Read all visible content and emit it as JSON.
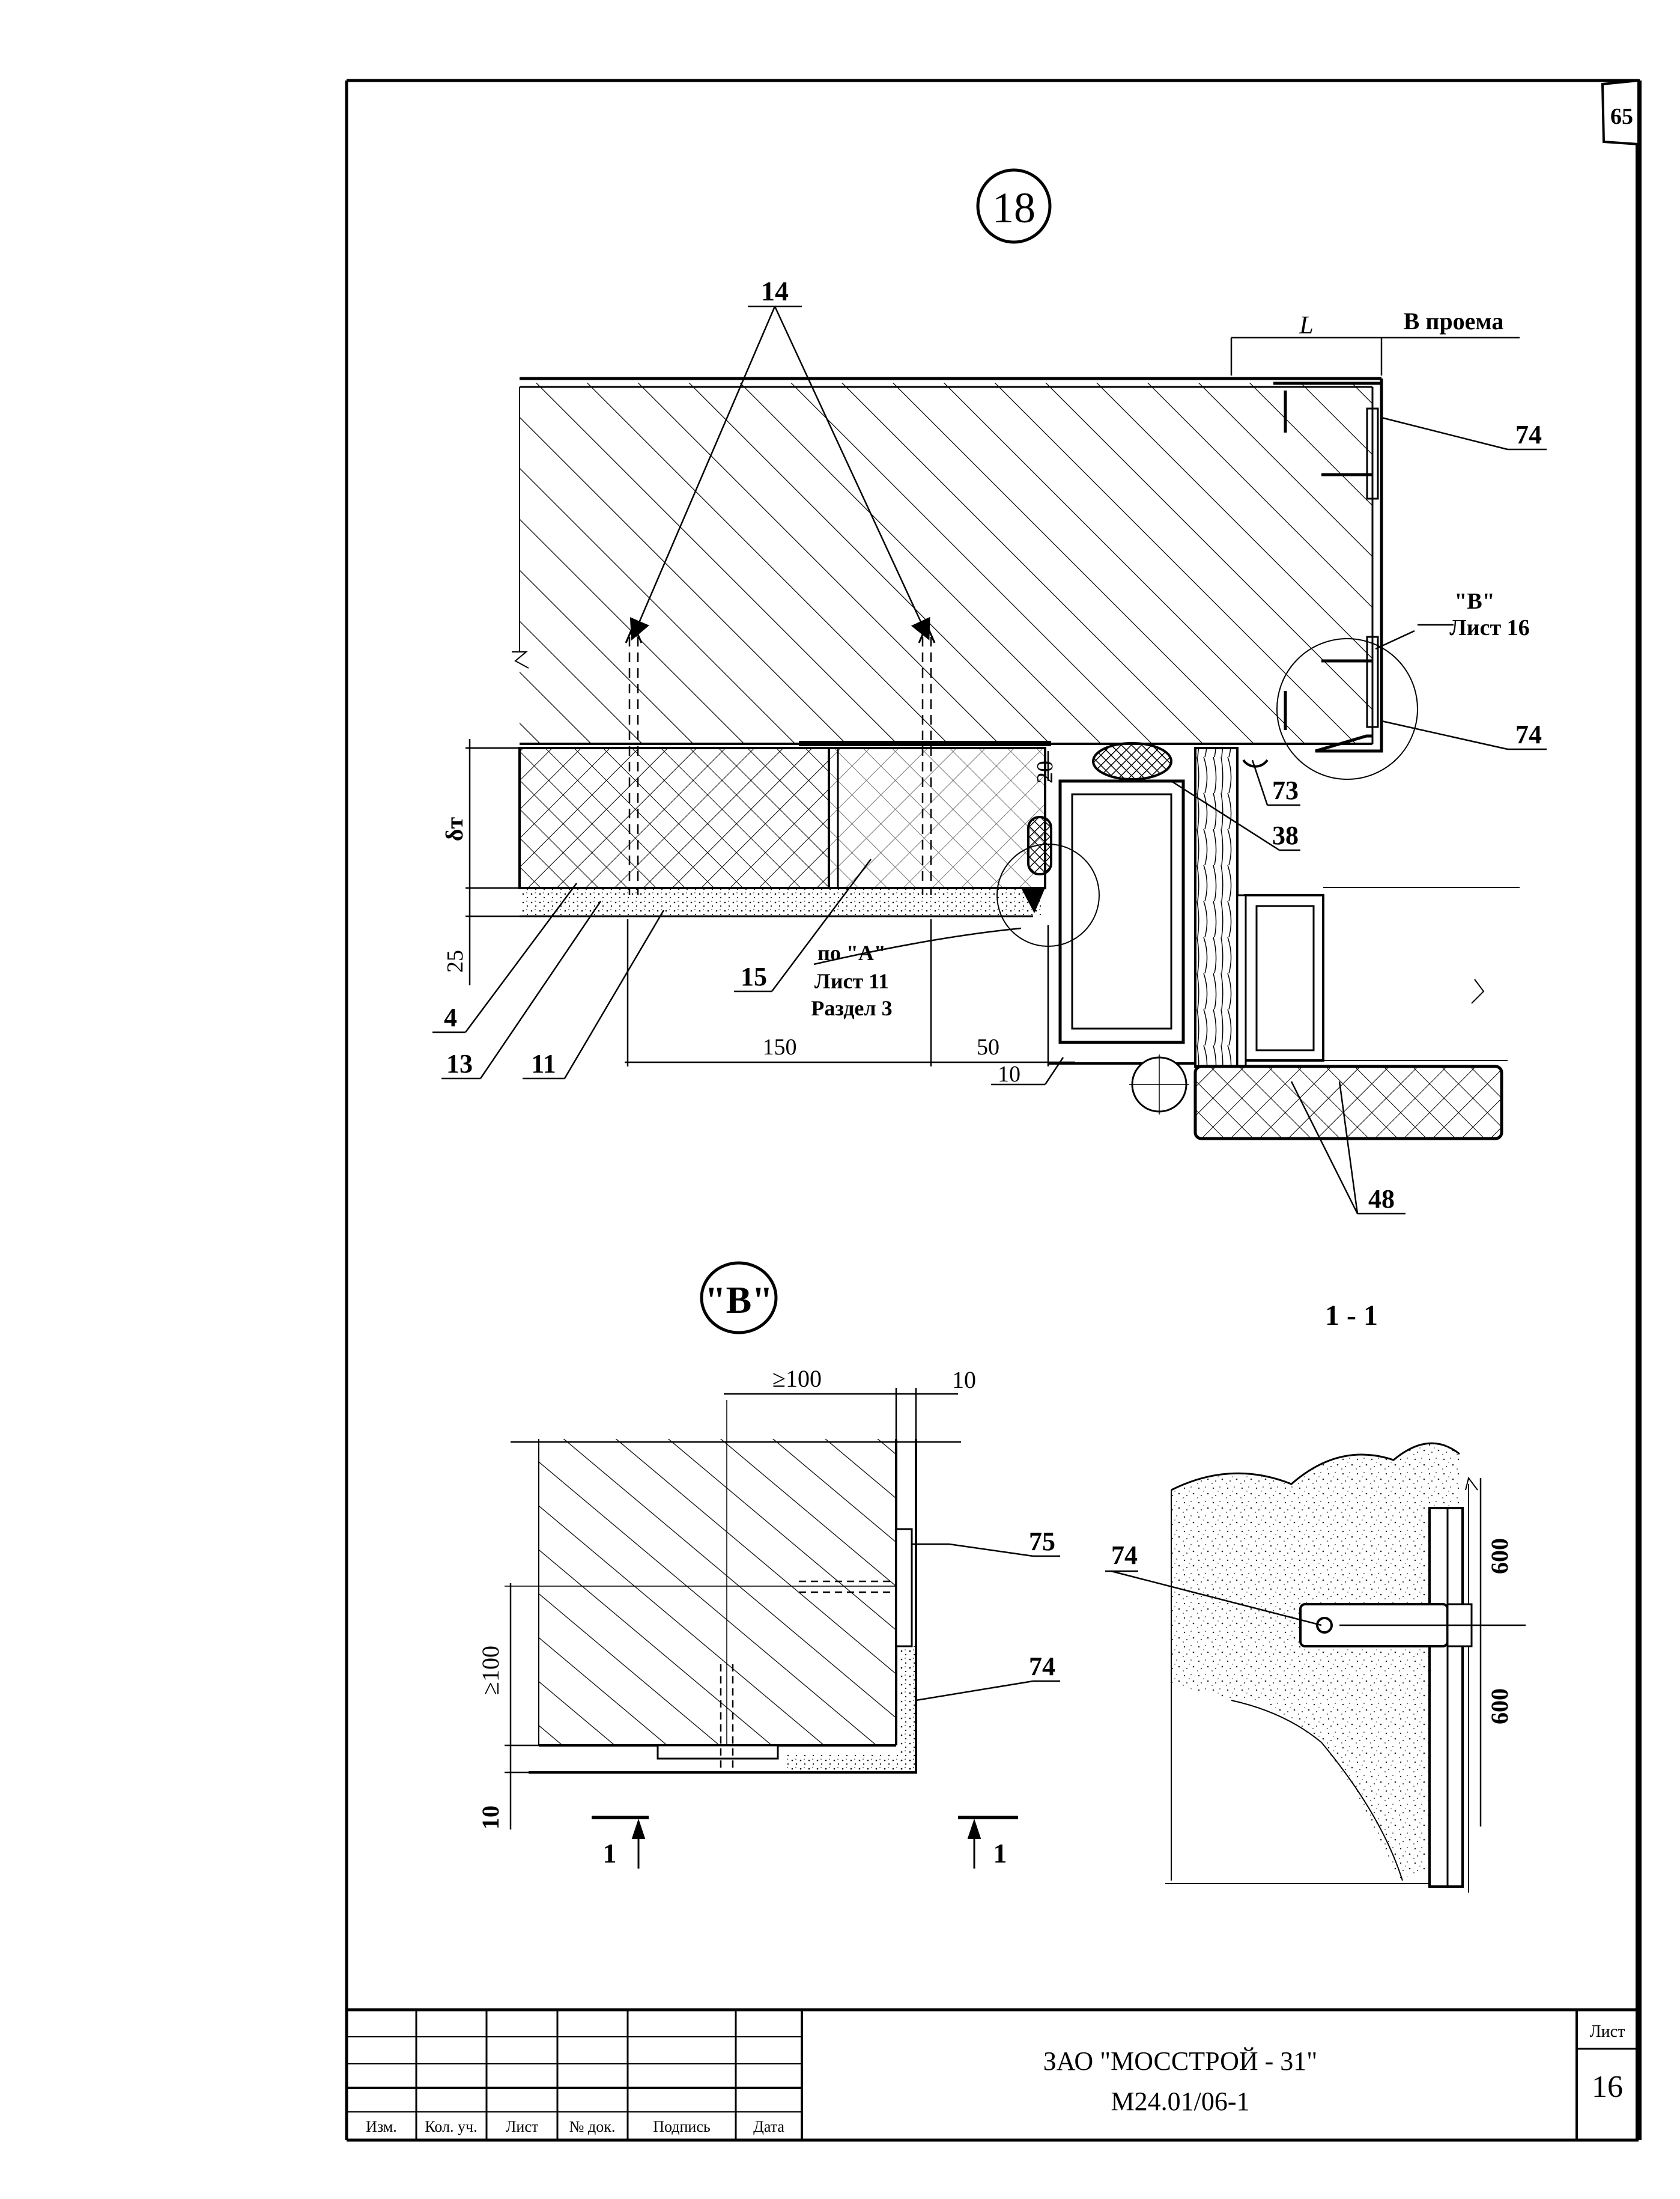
{
  "sheet_tab": "65",
  "detail_number": "18",
  "callouts": {
    "c14": "14",
    "c74a": "74",
    "c74b": "74",
    "c73": "73",
    "c38": "38",
    "c4": "4",
    "c13": "13",
    "c11": "11",
    "c15": "15",
    "c48": "48",
    "c75": "75",
    "c74c": "74",
    "c74d": "74"
  },
  "dims": {
    "L": "L",
    "b_proema": "В проема",
    "delta": "δт",
    "d25": "25",
    "d150": "150",
    "d50": "50",
    "d10a": "10",
    "d20": "20",
    "ge100a": "≥100",
    "d10b": "10",
    "ge100b": "≥100",
    "d10c": "10",
    "d600a": "600",
    "d600b": "600"
  },
  "refs": {
    "b_label": "\"В\"",
    "b_sheet": "Лист 16",
    "a_label": "по \"А\"",
    "a_sheet": "Лист 11",
    "a_section": "Раздел 3"
  },
  "view_b_title": "\"В\"",
  "section_title": "1 - 1",
  "section_marks": {
    "left": "1",
    "right": "1"
  },
  "title_block": {
    "headers": [
      "Изм.",
      "Кол. уч.",
      "Лист",
      "№ док.",
      "Подпись",
      "Дата"
    ],
    "company": "ЗАО \"МОССТРОЙ - 31\"",
    "code": "М24.01/06-1",
    "sheet_label": "Лист",
    "sheet_no": "16"
  }
}
